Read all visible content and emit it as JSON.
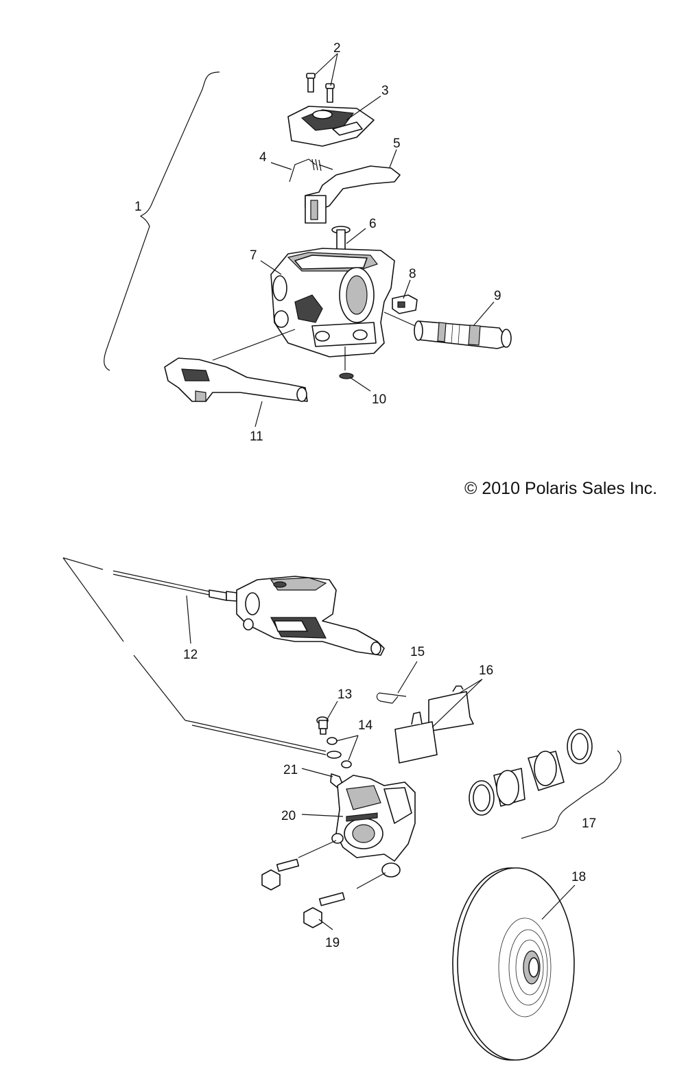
{
  "copyright": "© 2010 Polaris Sales Inc.",
  "callouts": [
    {
      "id": "1",
      "text": "1"
    },
    {
      "id": "2",
      "text": "2"
    },
    {
      "id": "3",
      "text": "3"
    },
    {
      "id": "4",
      "text": "4"
    },
    {
      "id": "5",
      "text": "5"
    },
    {
      "id": "6",
      "text": "6"
    },
    {
      "id": "7",
      "text": "7"
    },
    {
      "id": "8",
      "text": "8"
    },
    {
      "id": "9",
      "text": "9"
    },
    {
      "id": "10",
      "text": "10"
    },
    {
      "id": "11",
      "text": "11"
    },
    {
      "id": "12",
      "text": "12"
    },
    {
      "id": "13",
      "text": "13"
    },
    {
      "id": "14",
      "text": "14"
    },
    {
      "id": "15",
      "text": "15"
    },
    {
      "id": "16",
      "text": "16"
    },
    {
      "id": "17",
      "text": "17"
    },
    {
      "id": "18",
      "text": "18"
    },
    {
      "id": "19",
      "text": "19"
    },
    {
      "id": "20",
      "text": "20"
    },
    {
      "id": "21",
      "text": "21"
    }
  ]
}
